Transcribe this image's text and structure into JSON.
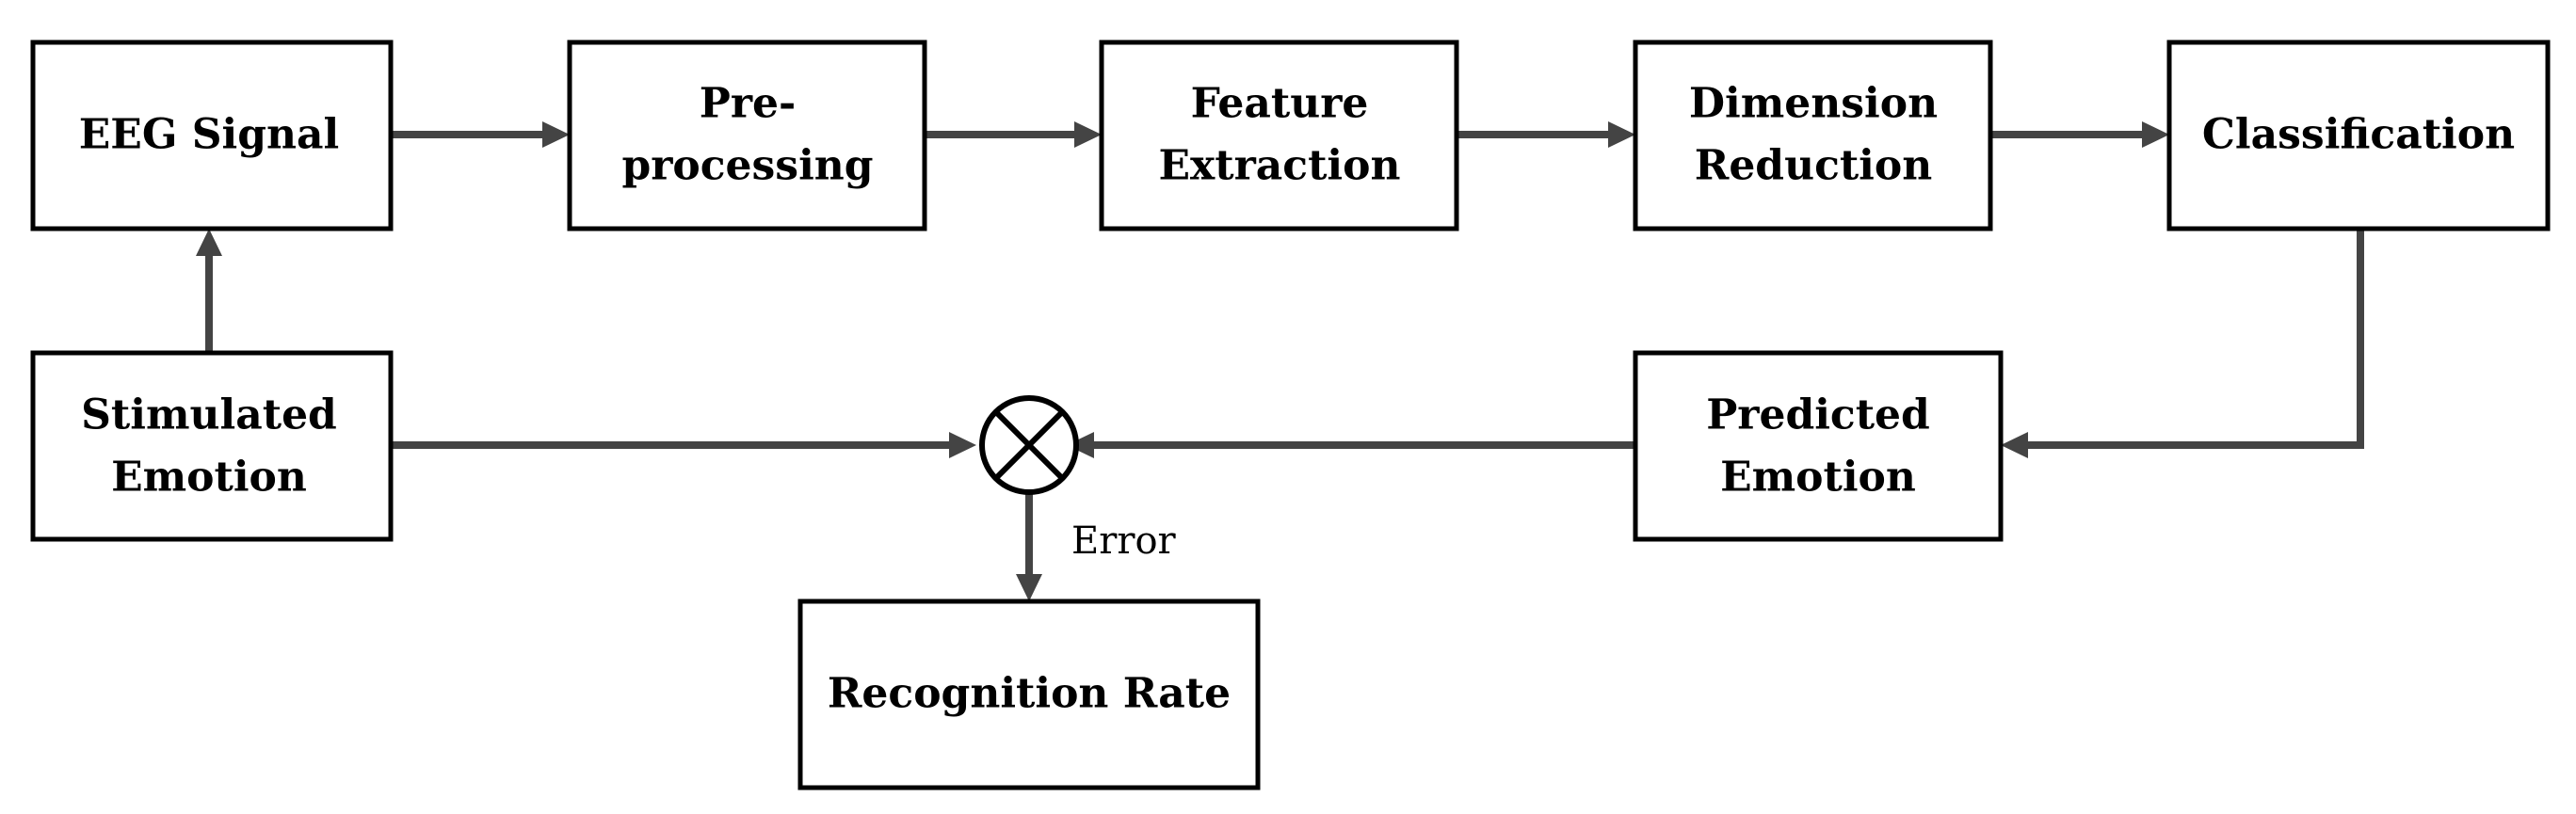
{
  "diagram": {
    "colors": {
      "box_border": "#000000",
      "arrow": "#444444",
      "background": "#ffffff"
    },
    "nodes": {
      "eeg_signal": {
        "lines": [
          "EEG Signal"
        ]
      },
      "preprocessing": {
        "lines": [
          "Pre-",
          "processing"
        ]
      },
      "feature_extraction": {
        "lines": [
          "Feature",
          "Extraction"
        ]
      },
      "dimension_reduction": {
        "lines": [
          "Dimension",
          "Reduction"
        ]
      },
      "classification": {
        "lines": [
          "Classification"
        ]
      },
      "stimulated_emotion": {
        "lines": [
          "Stimulated",
          "Emotion"
        ]
      },
      "predicted_emotion": {
        "lines": [
          "Predicted",
          "Emotion"
        ]
      },
      "recognition_rate": {
        "lines": [
          "Recognition Rate"
        ]
      }
    },
    "junction": {
      "icon": "multiply-circle-icon"
    },
    "edge_labels": {
      "error": "Error"
    }
  }
}
